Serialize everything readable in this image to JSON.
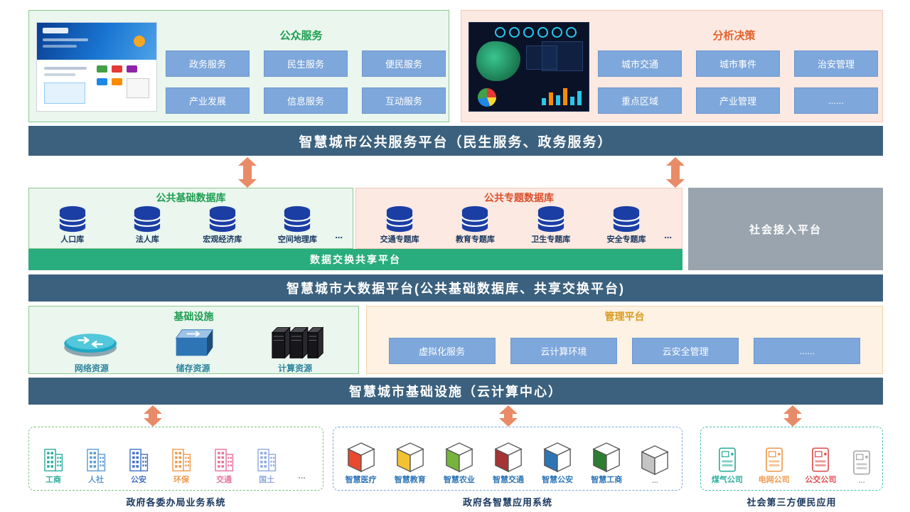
{
  "colors": {
    "banner": "#3B617E",
    "button_blue": "#7EA7DB",
    "exchange_green": "#29AD7E",
    "panel_green_bg": "#EAF6EE",
    "panel_pink_bg": "#FBE9E2",
    "panel_peach_bg": "#FDF2E3",
    "social_gray": "#9AA4AE",
    "arrow_orange": "#E98B66",
    "database_blue": "#1B3EA4"
  },
  "top": {
    "public_service": {
      "title": "公众服务",
      "buttons": [
        "政务服务",
        "民生服务",
        "便民服务",
        "产业发展",
        "信息服务",
        "互动服务"
      ]
    },
    "analysis": {
      "title": "分析决策",
      "buttons": [
        "城市交通",
        "城市事件",
        "治安管理",
        "重点区域",
        "产业管理",
        "......"
      ]
    }
  },
  "banners": {
    "service_platform": "智慧城市公共服务平台（民生服务、政务服务）",
    "bigdata_platform": "智慧城市大数据平台(公共基础数据库、共享交换平台)",
    "infrastructure": "智慧城市基础设施（云计算中心）"
  },
  "data_layer": {
    "base_db": {
      "title": "公共基础数据库",
      "items": [
        "人口库",
        "法人库",
        "宏观经济库",
        "空间地理库"
      ],
      "more": "..."
    },
    "topic_db": {
      "title": "公共专题数据库",
      "items": [
        "交通专题库",
        "教育专题库",
        "卫生专题库",
        "安全专题库"
      ],
      "more": "..."
    },
    "exchange": "数据交换共享平台",
    "social_access": "社会接入平台"
  },
  "infra": {
    "facilities": {
      "title": "基础设施",
      "items": [
        "网络资源",
        "储存资源",
        "计算资源"
      ]
    },
    "management": {
      "title": "管理平台",
      "buttons": [
        "虚拟化服务",
        "云计算环境",
        "云安全管理",
        "......"
      ]
    }
  },
  "bottom": {
    "gov": {
      "items": [
        "工商",
        "人社",
        "公安",
        "环保",
        "交通",
        "国土"
      ],
      "more": "...",
      "caption": "政府各委办局业务系统"
    },
    "smart": {
      "items": [
        "智慧医疗",
        "智慧教育",
        "智慧农业",
        "智慧交通",
        "智慧公安",
        "智慧工商"
      ],
      "more": "...",
      "caption": "政府各智慧应用系统"
    },
    "third": {
      "items": [
        "煤气公司",
        "电网公司",
        "公交公司"
      ],
      "more": "...",
      "caption": "社会第三方便民应用"
    }
  }
}
